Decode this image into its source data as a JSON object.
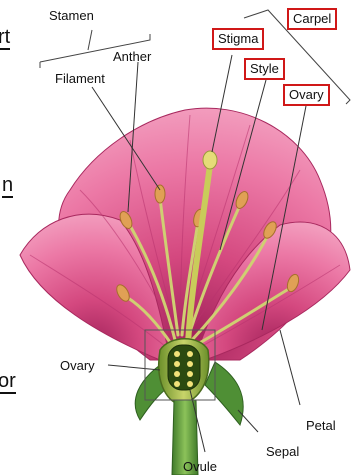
{
  "labels": {
    "stamen": "Stamen",
    "anther": "Anther",
    "filament": "Filament",
    "ovary_left": "Ovary",
    "petal": "Petal",
    "sepal": "Sepal",
    "ovule": "Ovule"
  },
  "boxed_labels": {
    "stigma": "Stigma",
    "style": "Style",
    "ovary": "Ovary",
    "carpel": "Carpel"
  },
  "edge_text": {
    "frag_1": "rt",
    "frag_2": "n",
    "frag_3": "or"
  },
  "colors": {
    "petal": "#e0538f",
    "petal_dark": "#b52a66",
    "stem": "#5a9a3a",
    "filament": "#d3d27a",
    "anther": "#e0a055",
    "box_border": "#d01818"
  }
}
